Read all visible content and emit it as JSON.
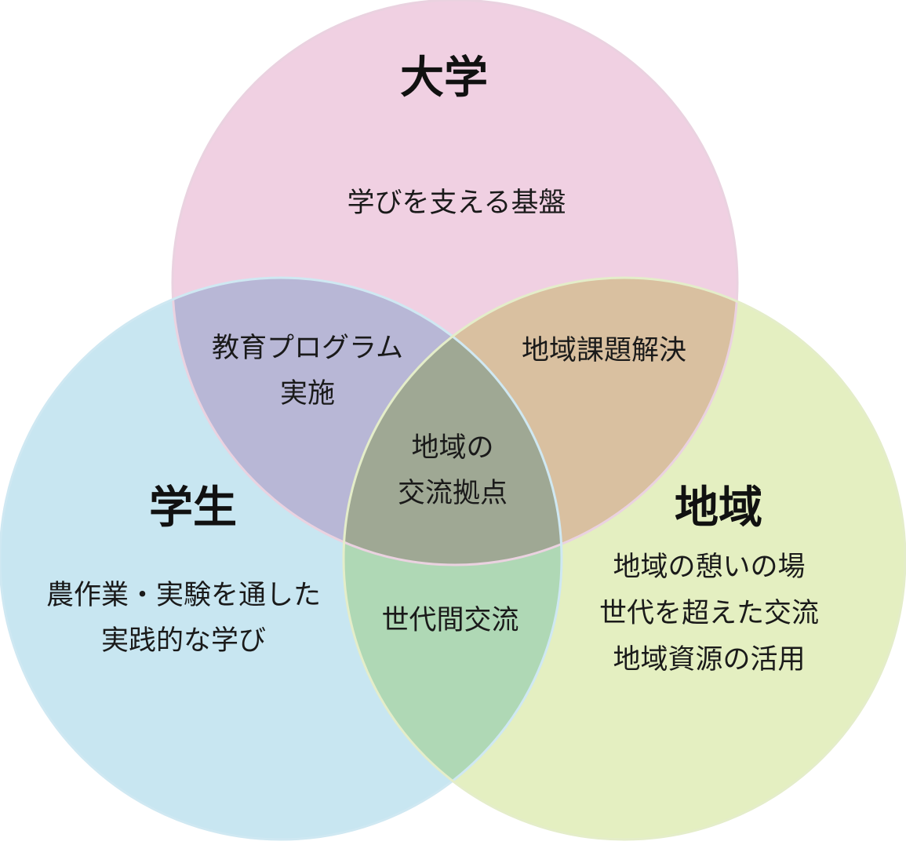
{
  "circles": {
    "university": {
      "title": "大学",
      "lines": [
        "学びを支える基盤"
      ],
      "color": "#f0d0e2"
    },
    "students": {
      "title": "学生",
      "lines": [
        "農作業・実験を通した",
        "実践的な学び"
      ],
      "color": "#c8e6f1"
    },
    "community": {
      "title": "地域",
      "lines": [
        "地域の憩いの場",
        "世代を超えた交流",
        "地域資源の活用"
      ],
      "color": "#e4efc1"
    }
  },
  "overlaps": {
    "university_students": {
      "lines": [
        "教育プログラム",
        "実施"
      ],
      "color": "#b8b7d6"
    },
    "university_community": {
      "lines": [
        "地域課題解決"
      ],
      "color": "#d9c0a0"
    },
    "students_community": {
      "lines": [
        "世代間交流"
      ],
      "color": "#afd8b5"
    },
    "center": {
      "lines": [
        "地域の",
        "交流拠点"
      ],
      "color": "#9fa894"
    }
  }
}
